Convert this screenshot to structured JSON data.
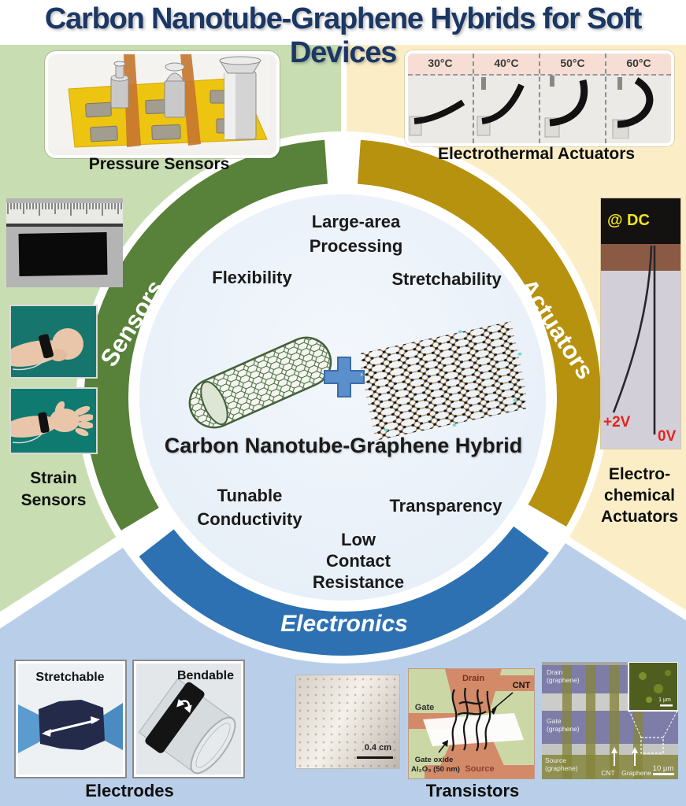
{
  "title": "Carbon Nanotube-Graphene Hybrids for Soft Devices",
  "ring": {
    "sensors": "Sensors",
    "actuators": "Actuators",
    "electronics": "Electronics"
  },
  "hub": {
    "label": "Carbon Nanotube-Graphene Hybrid",
    "plus": "+",
    "prop_top_1": "Large-area",
    "prop_top_2": "Processing",
    "prop_left": "Flexibility",
    "prop_right": "Stretchability",
    "prop_bl_1": "Tunable",
    "prop_bl_2": "Conductivity",
    "prop_br": "Transparency",
    "prop_bottom_1": "Low",
    "prop_bottom_2": "Contact",
    "prop_bottom_3": "Resistance"
  },
  "sensors": {
    "pressure_caption": "Pressure Sensors",
    "strain_caption_1": "Strain",
    "strain_caption_2": "Sensors"
  },
  "actuators": {
    "electrothermal_caption": "Electrothermal Actuators",
    "temps": [
      "30°C",
      "40°C",
      "50°C",
      "60°C"
    ],
    "electrochemical_caption_1": "Electro-",
    "electrochemical_caption_2": "chemical",
    "electrochemical_caption_3": "Actuators",
    "dc_label": "@ DC",
    "voltage_plus": "+2V",
    "voltage_zero": "0V"
  },
  "electronics": {
    "electrodes_caption": "Electrodes",
    "stretchable_label": "Stretchable",
    "bendable_label": "Bendable",
    "film_scale": "0.4 cm",
    "transistors_caption": "Transistors",
    "schematic": {
      "drain": "Drain",
      "gate": "Gate",
      "cnt": "CNT",
      "oxide_1": "Gate oxide",
      "oxide_2": "Al₂O₃ (50 nm)",
      "source": "Source"
    },
    "sem": {
      "drain_1": "Drain",
      "drain_2": "(graphene)",
      "gate_1": "Gate",
      "gate_2": "(graphene)",
      "source_1": "Source",
      "source_2": "(graphene)",
      "cnt": "CNT",
      "graphene": "Graphene",
      "scale": "10 μm",
      "inset_scale": "1 μm"
    }
  },
  "colors": {
    "title": "#1b3764",
    "ring_green": "#58813a",
    "ring_gold": "#b7920e",
    "ring_blue": "#2d71b2",
    "bg_green": "#c9ddb2",
    "bg_yellow": "#fbeec7",
    "bg_blue": "#b9cfe9",
    "disc": "#e9eff8"
  }
}
